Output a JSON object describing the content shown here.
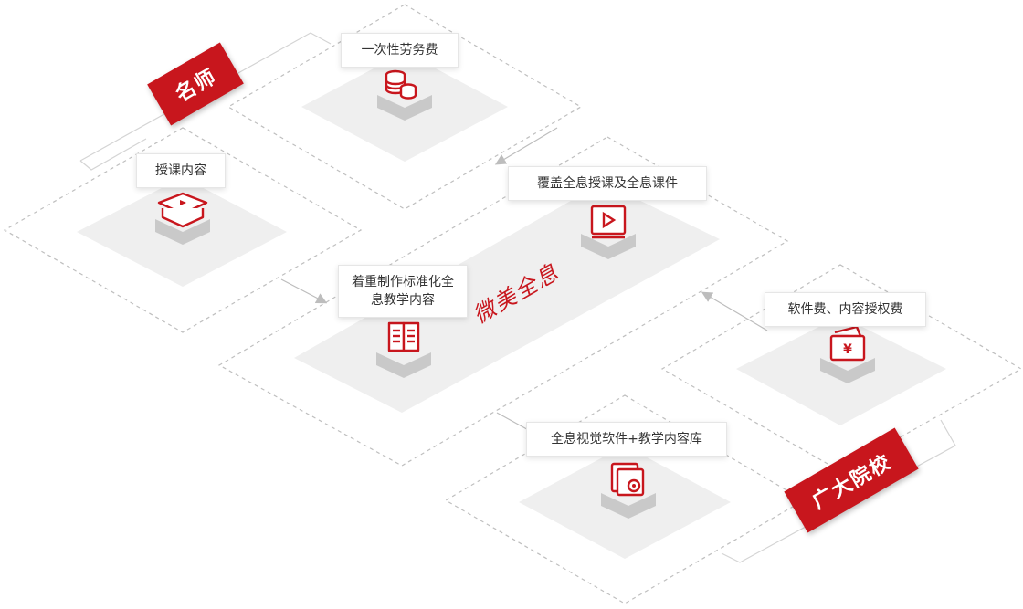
{
  "colors": {
    "accent": "#c8161d",
    "tile": "#efefef",
    "tile_shadow": "#c9c9c9",
    "dash": "#bfbfbf",
    "arrow": "#bdbdbd"
  },
  "tags": {
    "teacher": "名师",
    "schools": "广大院校"
  },
  "center": {
    "label": "微美全息"
  },
  "cards": {
    "one_time_fee": "一次性劳务费",
    "teaching_content": "授课内容",
    "holo_courses": "覆盖全息授课及全息课件",
    "standard_content": "着重制作标准化全息教学内容",
    "license_fee": "软件费、内容授权费",
    "software_library": "全息视觉软件+教学内容库"
  },
  "icons": {
    "one_time_fee": "coin-stack-icon",
    "teaching_content": "graduation-cap-icon",
    "holo_courses": "video-play-icon",
    "standard_content": "open-book-icon",
    "license_fee": "wallet-yuan-icon",
    "software_library": "gear-window-icon"
  }
}
